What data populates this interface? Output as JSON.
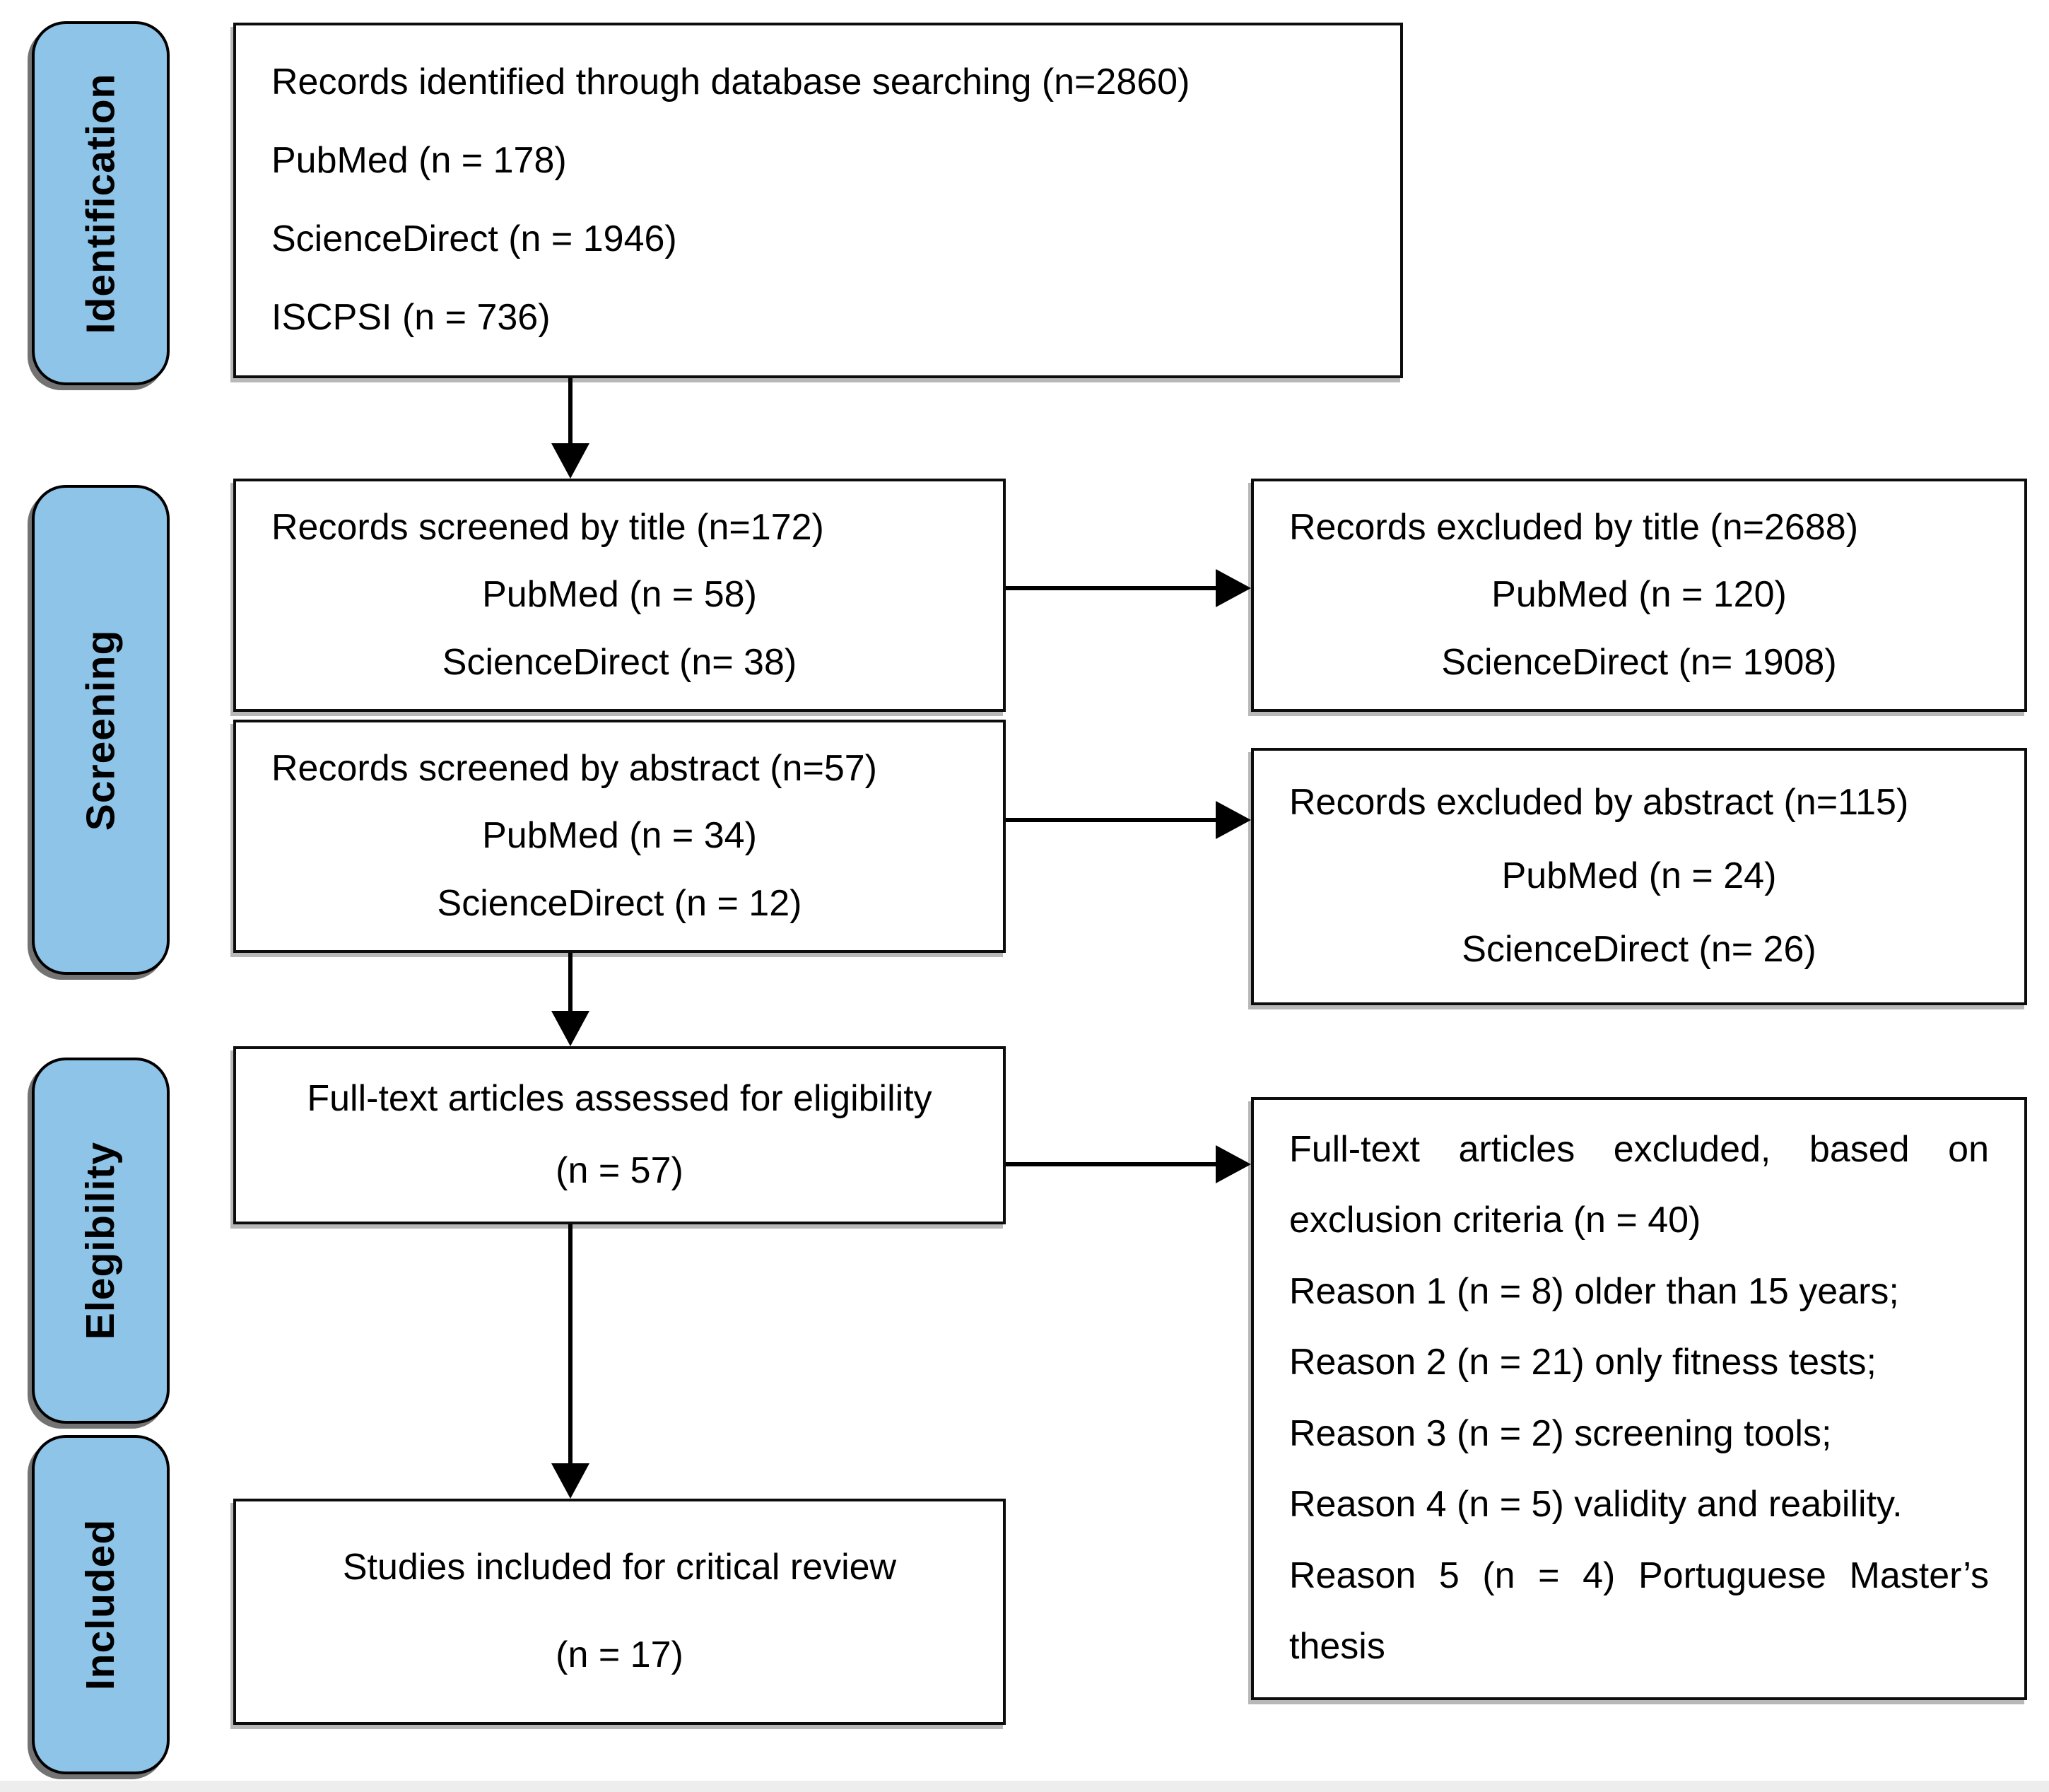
{
  "colors": {
    "stage_fill": "#8EC4E8",
    "line": "#000000",
    "background": "#FFFFFF",
    "footer_strip": "#EDEDED"
  },
  "stages": {
    "identification": "Identification",
    "screening": "Screening",
    "eligibility": "Elegibility",
    "included": "Included"
  },
  "boxes": {
    "records_identified": {
      "lines": [
        "Records identified through database searching (n=2860)",
        "PubMed (n = 178)",
        "ScienceDirect (n = 1946)",
        "ISCPSI (n = 736)"
      ]
    },
    "screened_title": {
      "lines": [
        "Records screened by title (n=172)",
        "PubMed (n = 58)",
        "ScienceDirect (n= 38)"
      ]
    },
    "excluded_title": {
      "lines": [
        "Records excluded by title (n=2688)",
        "PubMed (n = 120)",
        "ScienceDirect (n= 1908)"
      ]
    },
    "screened_abstract": {
      "lines": [
        "Records screened by abstract (n=57)",
        "PubMed (n = 34)",
        "ScienceDirect (n = 12)"
      ]
    },
    "excluded_abstract": {
      "lines": [
        "Records excluded by abstract (n=115)",
        "PubMed (n = 24)",
        "ScienceDirect (n= 26)"
      ]
    },
    "fulltext_assessed": {
      "lines": [
        "Full-text articles assessed for eligibility",
        "(n = 57)"
      ]
    },
    "fulltext_excluded": {
      "lines": [
        "Full-text articles excluded, based on",
        "exclusion criteria (n = 40)",
        "Reason 1 (n = 8) older than 15 years;",
        "Reason 2 (n = 21) only fitness tests;",
        "Reason 3 (n = 2) screening tools;",
        "Reason 4 (n = 5) validity and reability.",
        "Reason 5 (n = 4) Portuguese Master’s",
        "thesis"
      ]
    },
    "studies_included": {
      "lines": [
        "Studies included for critical review",
        "(n = 17)"
      ]
    }
  }
}
